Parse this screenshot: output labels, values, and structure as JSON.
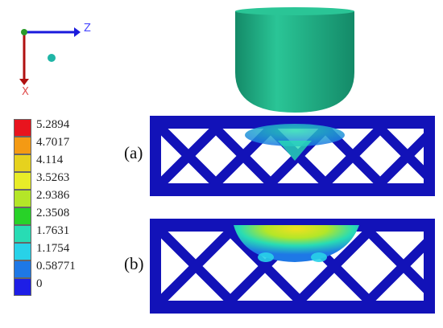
{
  "axes": {
    "z_label": "Z",
    "x_label": "X",
    "colors": {
      "z": "#1a1adc",
      "x": "#b01010",
      "y_dot": "#2a9a2a",
      "view_dot": "#1fb5a6"
    }
  },
  "legend": {
    "entries": [
      {
        "value": "5.2894",
        "color": "#e8141e"
      },
      {
        "value": "4.7017",
        "color": "#f49a14"
      },
      {
        "value": "4.114",
        "color": "#e6d21e"
      },
      {
        "value": "3.5263",
        "color": "#e8ec28"
      },
      {
        "value": "2.9386",
        "color": "#b4e628"
      },
      {
        "value": "2.3508",
        "color": "#28d228"
      },
      {
        "value": "1.7631",
        "color": "#28dcb4"
      },
      {
        "value": "1.1754",
        "color": "#28d2e8"
      },
      {
        "value": "0.58771",
        "color": "#1e78e6"
      },
      {
        "value": "0",
        "color": "#1e1ee6"
      }
    ]
  },
  "panels": [
    {
      "label": "(a)"
    },
    {
      "label": "(b)"
    }
  ],
  "colors": {
    "lattice": "#1212b8",
    "lattice_dark": "#0a0a8a",
    "indenter": "#1faa82",
    "indenter_dark": "#148a68"
  }
}
